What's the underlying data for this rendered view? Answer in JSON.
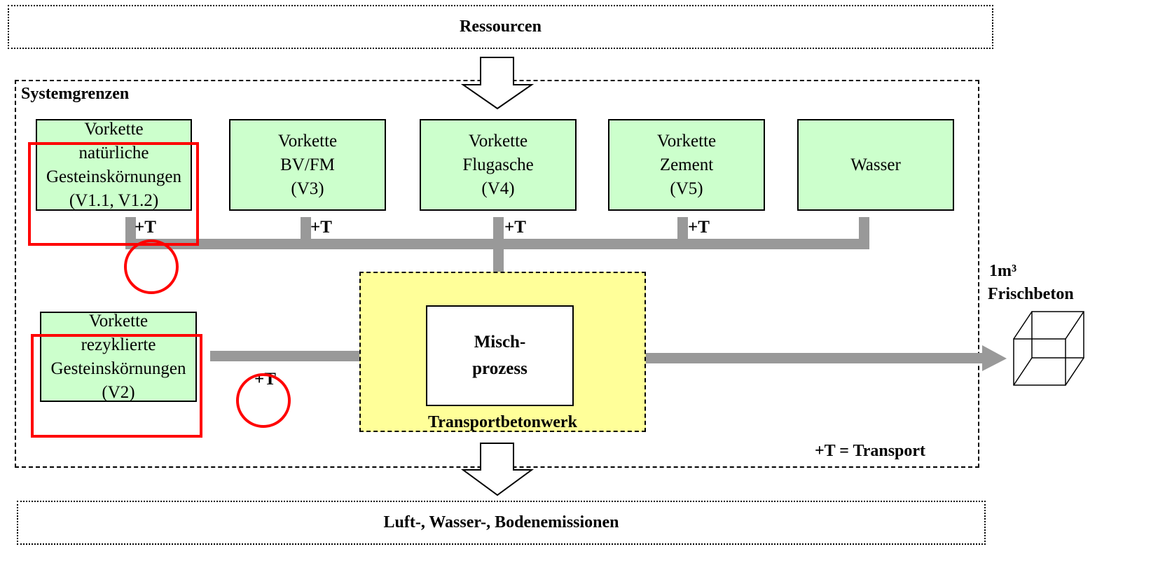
{
  "resources": {
    "label": "Ressourcen"
  },
  "emissions": {
    "label": "Luft-, Wasser-, Bodenemissionen"
  },
  "system": {
    "label": "Systemgrenzen",
    "legend": "+T = Transport"
  },
  "upstream": [
    {
      "lines": [
        "Vorkette",
        "natürliche",
        "Gesteinskörnungen",
        "(V1.1, V1.2)"
      ]
    },
    {
      "lines": [
        "Vorkette",
        "BV/FM",
        "(V3)"
      ]
    },
    {
      "lines": [
        "Vorkette",
        "Flugasche",
        "(V4)"
      ]
    },
    {
      "lines": [
        "Vorkette",
        "Zement",
        "(V5)"
      ]
    },
    {
      "lines": [
        "Wasser"
      ]
    }
  ],
  "recycled": {
    "lines": [
      "Vorkette",
      "rezyklierte",
      "Gesteinskörnungen",
      "(V2)"
    ]
  },
  "plant": {
    "label": "Transportbetonwerk"
  },
  "mixing": {
    "lines": [
      "Misch-",
      "prozess"
    ]
  },
  "transport_labels": [
    "+T",
    "+T",
    "+T",
    "+T",
    "+T"
  ],
  "output": {
    "line1": "1m³",
    "line2": "Frischbeton"
  },
  "colors": {
    "green_box": "#ccffcc",
    "plant_fill": "#ffff99",
    "flow_arrow": "#999999",
    "highlight": "#ff0000"
  }
}
